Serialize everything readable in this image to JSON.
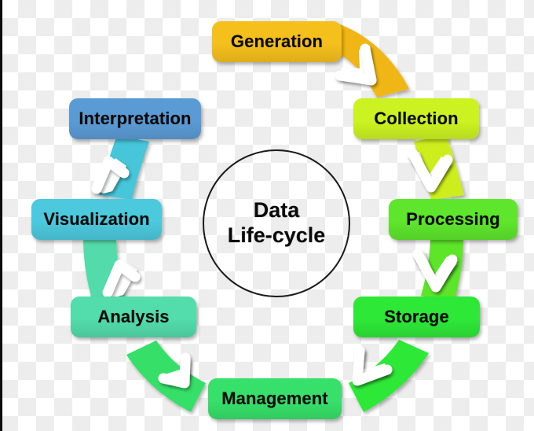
{
  "diagram": {
    "title": "Data Life-cycle",
    "center": {
      "line1": "Data",
      "line2": "Life-cycle",
      "shape": "circle-outline",
      "stroke_color": "#1a1a1a"
    },
    "background": {
      "style": "transparency-checkerboard",
      "light": "#ffffff",
      "dark": "#ededed",
      "border_color": "#0b0b0b",
      "border_side": "left"
    },
    "stages": [
      {
        "id": "generation",
        "label": "Generation",
        "color": "#f5c01c",
        "text_color": "#0a0a0a",
        "order": 1,
        "position": "top"
      },
      {
        "id": "collection",
        "label": "Collection",
        "color": "#ccf321",
        "text_color": "#0a0a0a",
        "order": 2,
        "position": "top-right"
      },
      {
        "id": "processing",
        "label": "Processing",
        "color": "#5ee62c",
        "text_color": "#0a0a0a",
        "order": 3,
        "position": "right"
      },
      {
        "id": "storage",
        "label": "Storage",
        "color": "#2ee838",
        "text_color": "#0a0a0a",
        "order": 4,
        "position": "bottom-right"
      },
      {
        "id": "management",
        "label": "Management",
        "color": "#37e06a",
        "text_color": "#0a0a0a",
        "order": 5,
        "position": "bottom"
      },
      {
        "id": "analysis",
        "label": "Analysis",
        "color": "#53dcac",
        "text_color": "#0a0a0a",
        "order": 6,
        "position": "bottom-left"
      },
      {
        "id": "visualization",
        "label": "Visualization",
        "color": "#4dc9dd",
        "text_color": "#0a0a0a",
        "order": 7,
        "position": "left"
      },
      {
        "id": "interpretation",
        "label": "Interpretation",
        "color": "#5b9bd5",
        "text_color": "#0a0a0a",
        "order": 8,
        "position": "top-left"
      }
    ],
    "connectors": [
      {
        "id": "generation-to-collection",
        "from": "generation",
        "to": "collection",
        "color": "#f0b619",
        "arrowhead": "chevron-down-right"
      },
      {
        "id": "collection-to-processing",
        "from": "collection",
        "to": "processing",
        "color": "#cdee1e",
        "arrowhead": "chevron-down"
      },
      {
        "id": "processing-to-storage",
        "from": "processing",
        "to": "storage",
        "color": "#5de52b",
        "arrowhead": "chevron-down"
      },
      {
        "id": "storage-to-management",
        "from": "storage",
        "to": "management",
        "color": "#2ee838",
        "arrowhead": "chevron-down-left"
      },
      {
        "id": "management-to-analysis",
        "from": "management",
        "to": "analysis",
        "color": "#36df68",
        "arrowhead": "chevron-up-left"
      },
      {
        "id": "analysis-to-visualization",
        "from": "analysis",
        "to": "visualization",
        "color": "#52dbab",
        "arrowhead": "chevron-up"
      },
      {
        "id": "visualization-to-interpretation",
        "from": "visualization",
        "to": "interpretation",
        "color": "#46c6da",
        "arrowhead": "chevron-up"
      }
    ]
  }
}
